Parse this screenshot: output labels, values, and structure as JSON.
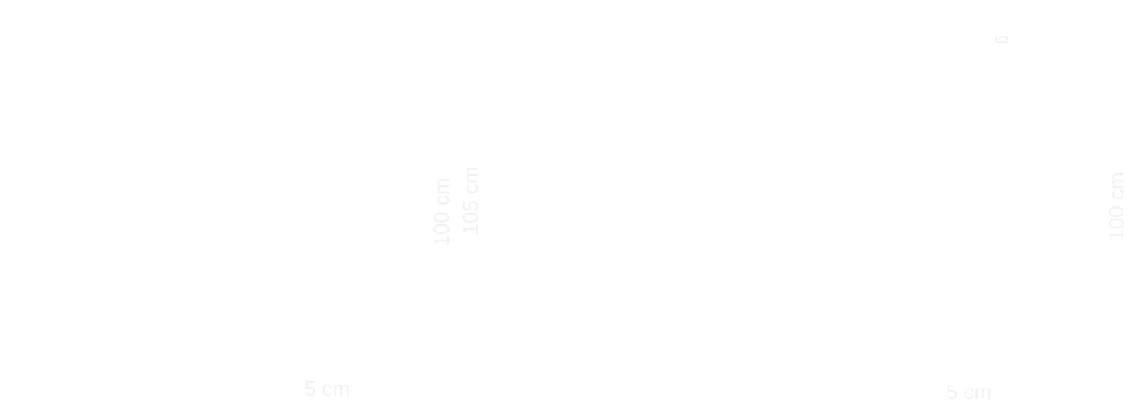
{
  "labels": {
    "left_bottom_width": "5 cm",
    "left_height_inner": "100 cm",
    "left_height_outer": "105 cm",
    "right_bottom_width": "5 cm",
    "right_height": "100 cm",
    "right_top_mark": "g"
  },
  "colors": {
    "background": "#ffffff",
    "label_text": "#f2f2f2"
  }
}
